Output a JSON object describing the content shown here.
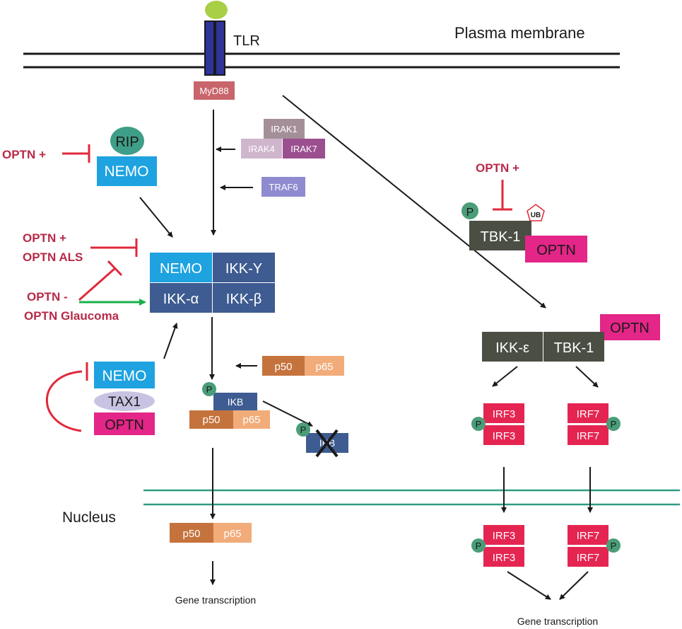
{
  "labels": {
    "plasma_membrane": "Plasma membrane",
    "nucleus": "Nucleus",
    "tlr": "TLR",
    "myd88": "MyD88",
    "irak1": "IRAK1",
    "irak4": "IRAK4",
    "irak7": "IRAK7",
    "traf6": "TRAF6",
    "rip": "RIP",
    "nemo": "NEMO",
    "ikk_gamma": "IKK-Y",
    "ikk_alpha": "IKK-α",
    "ikk_beta": "IKK-β",
    "optn_plus": "OPTN +",
    "optn_als": "OPTN ALS",
    "optn_minus": "OPTN -",
    "optn_glaucoma": "OPTN Glaucoma",
    "tax1": "TAX1",
    "optn": "OPTN",
    "p50": "p50",
    "p65": "p65",
    "ikb": "IKB",
    "p": "P",
    "ub": "UB",
    "tbk1": "TBK-1",
    "ikk_epsilon": "IKK-ε",
    "irf3": "IRF3",
    "irf7": "IRF7",
    "gene_transcription": "Gene transcription"
  },
  "colors": {
    "membrane": "#1a1a1a",
    "nuclear_membrane": "#2e9c84",
    "tlr": "#2f3499",
    "tlr_ligand": "#a8cf45",
    "myd88": "#c8646b",
    "irak1": "#a48f99",
    "irak4": "#cfb6cc",
    "irak7": "#9b4f8f",
    "traf6": "#8e8bd0",
    "rip": "#3f9e87",
    "nemo": "#1ea2e0",
    "ikk_complex": "#3e5c91",
    "inhibition": "#e0293b",
    "activation": "#19b04b",
    "optn_text": "#b82a48",
    "tax1": "#c9c3e3",
    "optn": "#e32687",
    "p50": "#c5733d",
    "p65": "#f2ac79",
    "ikb": "#3e5c91",
    "phospho": "#4a9d78",
    "tbk1": "#4a4e43",
    "irf": "#e52551",
    "arrow": "#1a1a1a"
  }
}
